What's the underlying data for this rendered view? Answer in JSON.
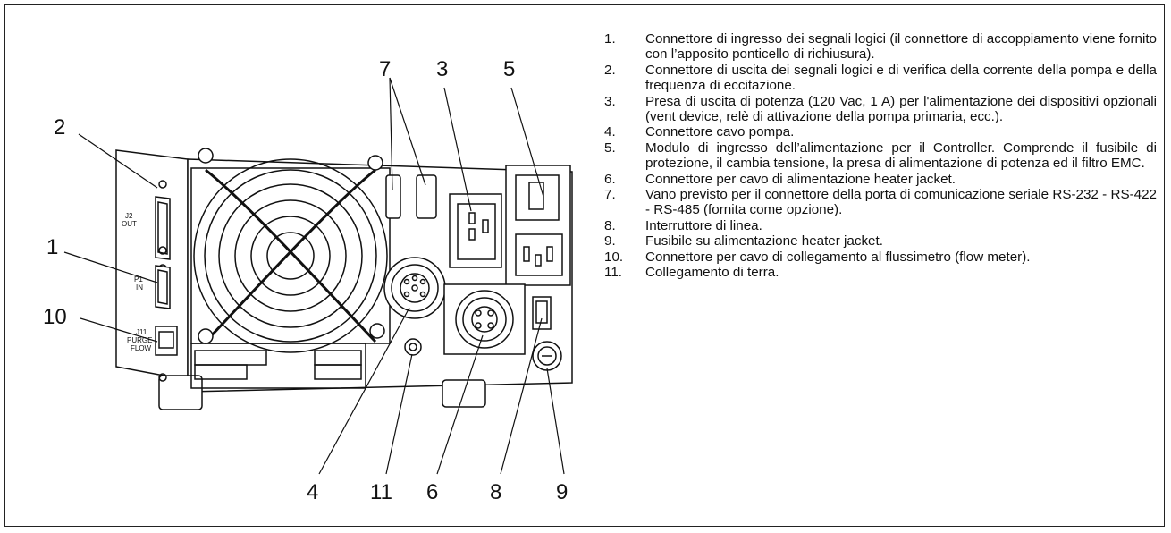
{
  "figure": {
    "callouts": [
      "1",
      "2",
      "3",
      "4",
      "5",
      "6",
      "7",
      "8",
      "9",
      "10",
      "11"
    ],
    "panel_labels": {
      "j2_line1": "J2",
      "j2_line2": "OUT",
      "p1_line1": "P1",
      "p1_line2": "IN",
      "j11_line1": "J11",
      "j11_line2": "PURGE",
      "j11_line3": "FLOW"
    }
  },
  "legend": [
    {
      "num": "1.",
      "text": "Connettore di ingresso dei segnali logici  (il connettore di accoppiamento viene fornito con l’apposito ponticello di richiusura)."
    },
    {
      "num": "2.",
      "text": "Connettore di uscita dei segnali logici e di verifica della corrente della pompa e della frequenza di eccitazione."
    },
    {
      "num": "3.",
      "text": "Presa di uscita di potenza (120 Vac, 1 A) per l'alimentazione  dei dispositivi opzionali (vent device, relè di attivazione della pompa primaria, ecc.)."
    },
    {
      "num": "4.",
      "text": "Connettore cavo pompa."
    },
    {
      "num": "5.",
      "text": "Modulo di ingresso dell’alimentazione per il Controller. Comprende il fusibile di protezione, il cambia tensione, la presa di alimentazione di potenza ed il filtro EMC."
    },
    {
      "num": "6.",
      "text": "Connettore per cavo di alimentazione heater jacket."
    },
    {
      "num": "7.",
      "text": "Vano previsto per il connettore della porta di comunicazione seriale RS-232 - RS-422 - RS-485 (fornita come opzione)."
    },
    {
      "num": "8.",
      "text": "Interruttore di linea."
    },
    {
      "num": "9.",
      "text": "Fusibile su alimentazione heater jacket."
    },
    {
      "num": "10.",
      "text": "Connettore per cavo di collegamento al flussimetro (flow meter)."
    },
    {
      "num": "11.",
      "text": "Collegamento di terra."
    }
  ]
}
